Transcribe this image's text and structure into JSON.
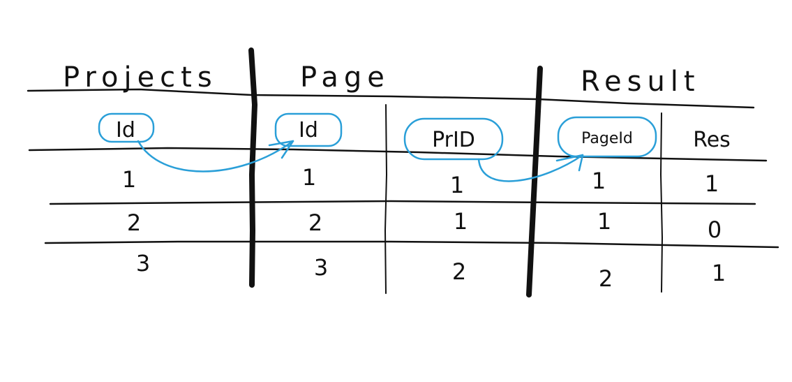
{
  "tables": [
    {
      "title": "Projects",
      "columns": [
        {
          "header": "Id",
          "values": [
            "1",
            "2",
            "3"
          ]
        }
      ]
    },
    {
      "title": "Page",
      "columns": [
        {
          "header": "Id",
          "values": [
            "1",
            "2",
            "3"
          ]
        },
        {
          "header": "PrID",
          "values": [
            "1",
            "1",
            "2"
          ]
        }
      ]
    },
    {
      "title": "Result",
      "columns": [
        {
          "header": "PageId",
          "values": [
            "1",
            "1",
            "2"
          ]
        },
        {
          "header": "Res",
          "values": [
            "1",
            "0",
            "1"
          ]
        }
      ]
    }
  ],
  "relations": [
    {
      "from": "Projects.Id",
      "to": "Page.Id"
    },
    {
      "from": "Page.PrID",
      "to": "Result.PageId"
    }
  ],
  "colors": {
    "ink": "#111111",
    "highlight": "#2a9fd8",
    "background": "#ffffff"
  }
}
